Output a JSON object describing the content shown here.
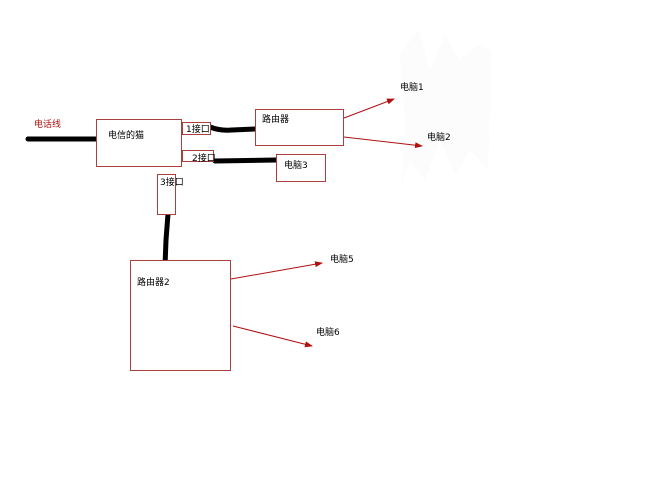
{
  "labels": {
    "phone_line": "电话线",
    "modem": "电信的猫",
    "port1": "1接口",
    "port2": "2接口",
    "port3": "3接口",
    "router1": "路由器",
    "router2": "路由器2",
    "pc1": "电脑1",
    "pc2": "电脑2",
    "pc3": "电脑3",
    "pc5": "电脑5",
    "pc6": "电脑6"
  },
  "colors": {
    "box_border": "#a84040",
    "arrow": "#b01010",
    "cable": "#000000",
    "phone_line_label": "#b01010"
  }
}
